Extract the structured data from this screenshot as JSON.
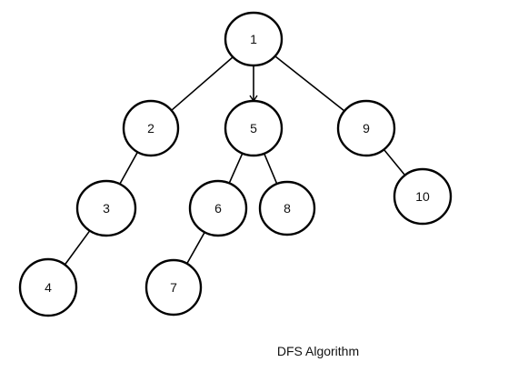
{
  "diagram": {
    "caption": "DFS Algorithm",
    "nodes": [
      {
        "id": "1",
        "label": "1"
      },
      {
        "id": "2",
        "label": "2"
      },
      {
        "id": "5",
        "label": "5"
      },
      {
        "id": "9",
        "label": "9"
      },
      {
        "id": "3",
        "label": "3"
      },
      {
        "id": "6",
        "label": "6"
      },
      {
        "id": "8",
        "label": "8"
      },
      {
        "id": "10",
        "label": "10"
      },
      {
        "id": "4",
        "label": "4"
      },
      {
        "id": "7",
        "label": "7"
      }
    ],
    "edges": [
      {
        "from": "1",
        "to": "2"
      },
      {
        "from": "1",
        "to": "5",
        "arrow": true
      },
      {
        "from": "1",
        "to": "9"
      },
      {
        "from": "2",
        "to": "3"
      },
      {
        "from": "3",
        "to": "4"
      },
      {
        "from": "5",
        "to": "6"
      },
      {
        "from": "5",
        "to": "8"
      },
      {
        "from": "6",
        "to": "7"
      },
      {
        "from": "9",
        "to": "10"
      }
    ]
  }
}
